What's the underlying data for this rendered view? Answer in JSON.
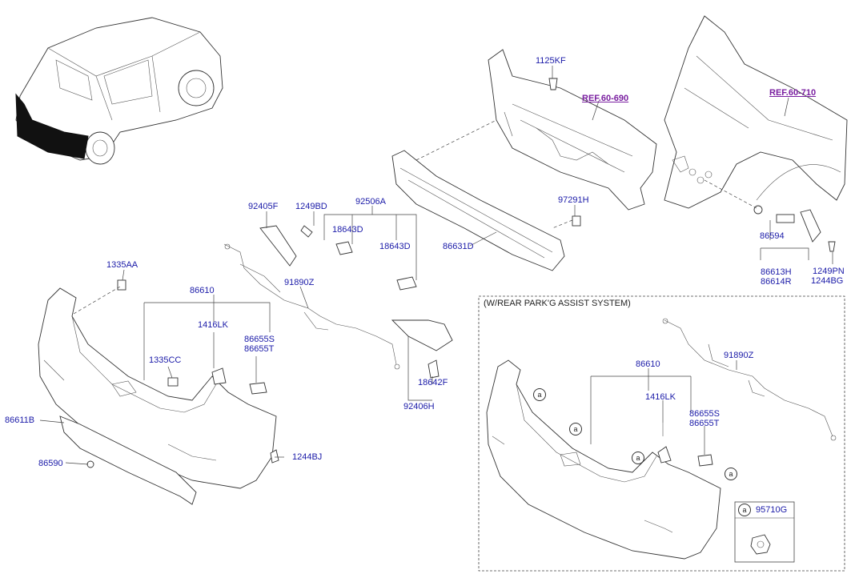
{
  "refs": {
    "ref_60_690": "REF.60-690",
    "ref_60_710": "REF.60-710"
  },
  "labels": {
    "p1125KF": "1125KF",
    "p92405F": "92405F",
    "p1249BD": "1249BD",
    "p92506A": "92506A",
    "p18643D_a": "18643D",
    "p18643D_b": "18643D",
    "p97291H": "97291H",
    "p86631D": "86631D",
    "p1335AA": "1335AA",
    "p86610": "86610",
    "p91890Z": "91890Z",
    "p1416LK": "1416LK",
    "p86655S": "86655S",
    "p86655T": "86655T",
    "p1335CC": "1335CC",
    "p86611B": "86611B",
    "p86590": "86590",
    "p1244BJ": "1244BJ",
    "p18642F": "18642F",
    "p92406H": "92406H",
    "p86594": "86594",
    "p86613H": "86613H",
    "p86614R": "86614R",
    "p1249PN": "1249PN",
    "p1244BG": "1244BG"
  },
  "inset": {
    "title": "(W/REAR PARK'G ASSIST SYSTEM)",
    "p86610": "86610",
    "p1416LK": "1416LK",
    "p86655S": "86655S",
    "p86655T": "86655T",
    "p91890Z": "91890Z",
    "callout": "a",
    "legend_code": "95710G"
  }
}
